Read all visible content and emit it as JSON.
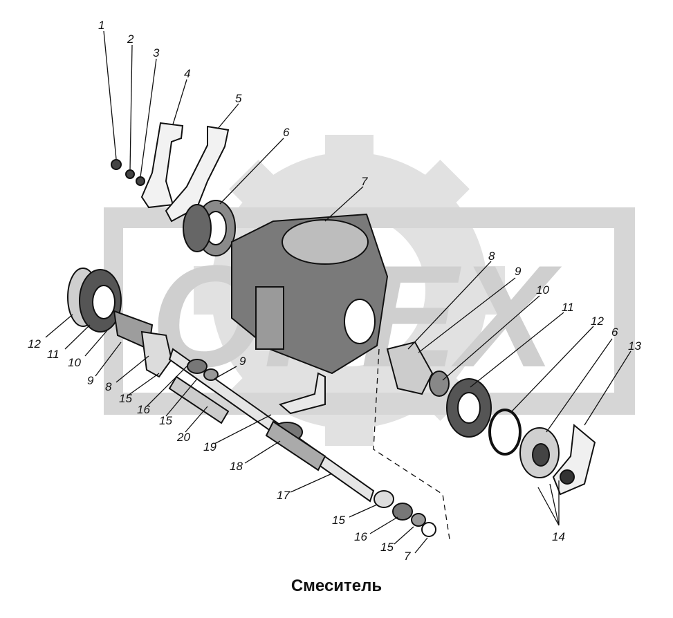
{
  "caption": "Смеситель",
  "watermark": {
    "text": "OPEX",
    "color": "#d9d9d9"
  },
  "callouts": [
    {
      "id": "c1",
      "label": "1"
    },
    {
      "id": "c2",
      "label": "2"
    },
    {
      "id": "c3",
      "label": "3"
    },
    {
      "id": "c4",
      "label": "4"
    },
    {
      "id": "c5",
      "label": "5"
    },
    {
      "id": "c6a",
      "label": "6"
    },
    {
      "id": "c7a",
      "label": "7"
    },
    {
      "id": "c8a",
      "label": "8"
    },
    {
      "id": "c9a",
      "label": "9"
    },
    {
      "id": "c10a",
      "label": "10"
    },
    {
      "id": "c11a",
      "label": "11"
    },
    {
      "id": "c12a",
      "label": "12"
    },
    {
      "id": "c6b",
      "label": "6"
    },
    {
      "id": "c13",
      "label": "13"
    },
    {
      "id": "c12b",
      "label": "12"
    },
    {
      "id": "c11b",
      "label": "11"
    },
    {
      "id": "c10b",
      "label": "10"
    },
    {
      "id": "c9b",
      "label": "9"
    },
    {
      "id": "c8b",
      "label": "8"
    },
    {
      "id": "c15a",
      "label": "15"
    },
    {
      "id": "c16a",
      "label": "16"
    },
    {
      "id": "c15b",
      "label": "15"
    },
    {
      "id": "c20",
      "label": "20"
    },
    {
      "id": "c9c",
      "label": "9"
    },
    {
      "id": "c19",
      "label": "19"
    },
    {
      "id": "c18",
      "label": "18"
    },
    {
      "id": "c17",
      "label": "17"
    },
    {
      "id": "c15c",
      "label": "15"
    },
    {
      "id": "c16b",
      "label": "16"
    },
    {
      "id": "c15d",
      "label": "15"
    },
    {
      "id": "c7b",
      "label": "7"
    },
    {
      "id": "c14",
      "label": "14"
    }
  ]
}
